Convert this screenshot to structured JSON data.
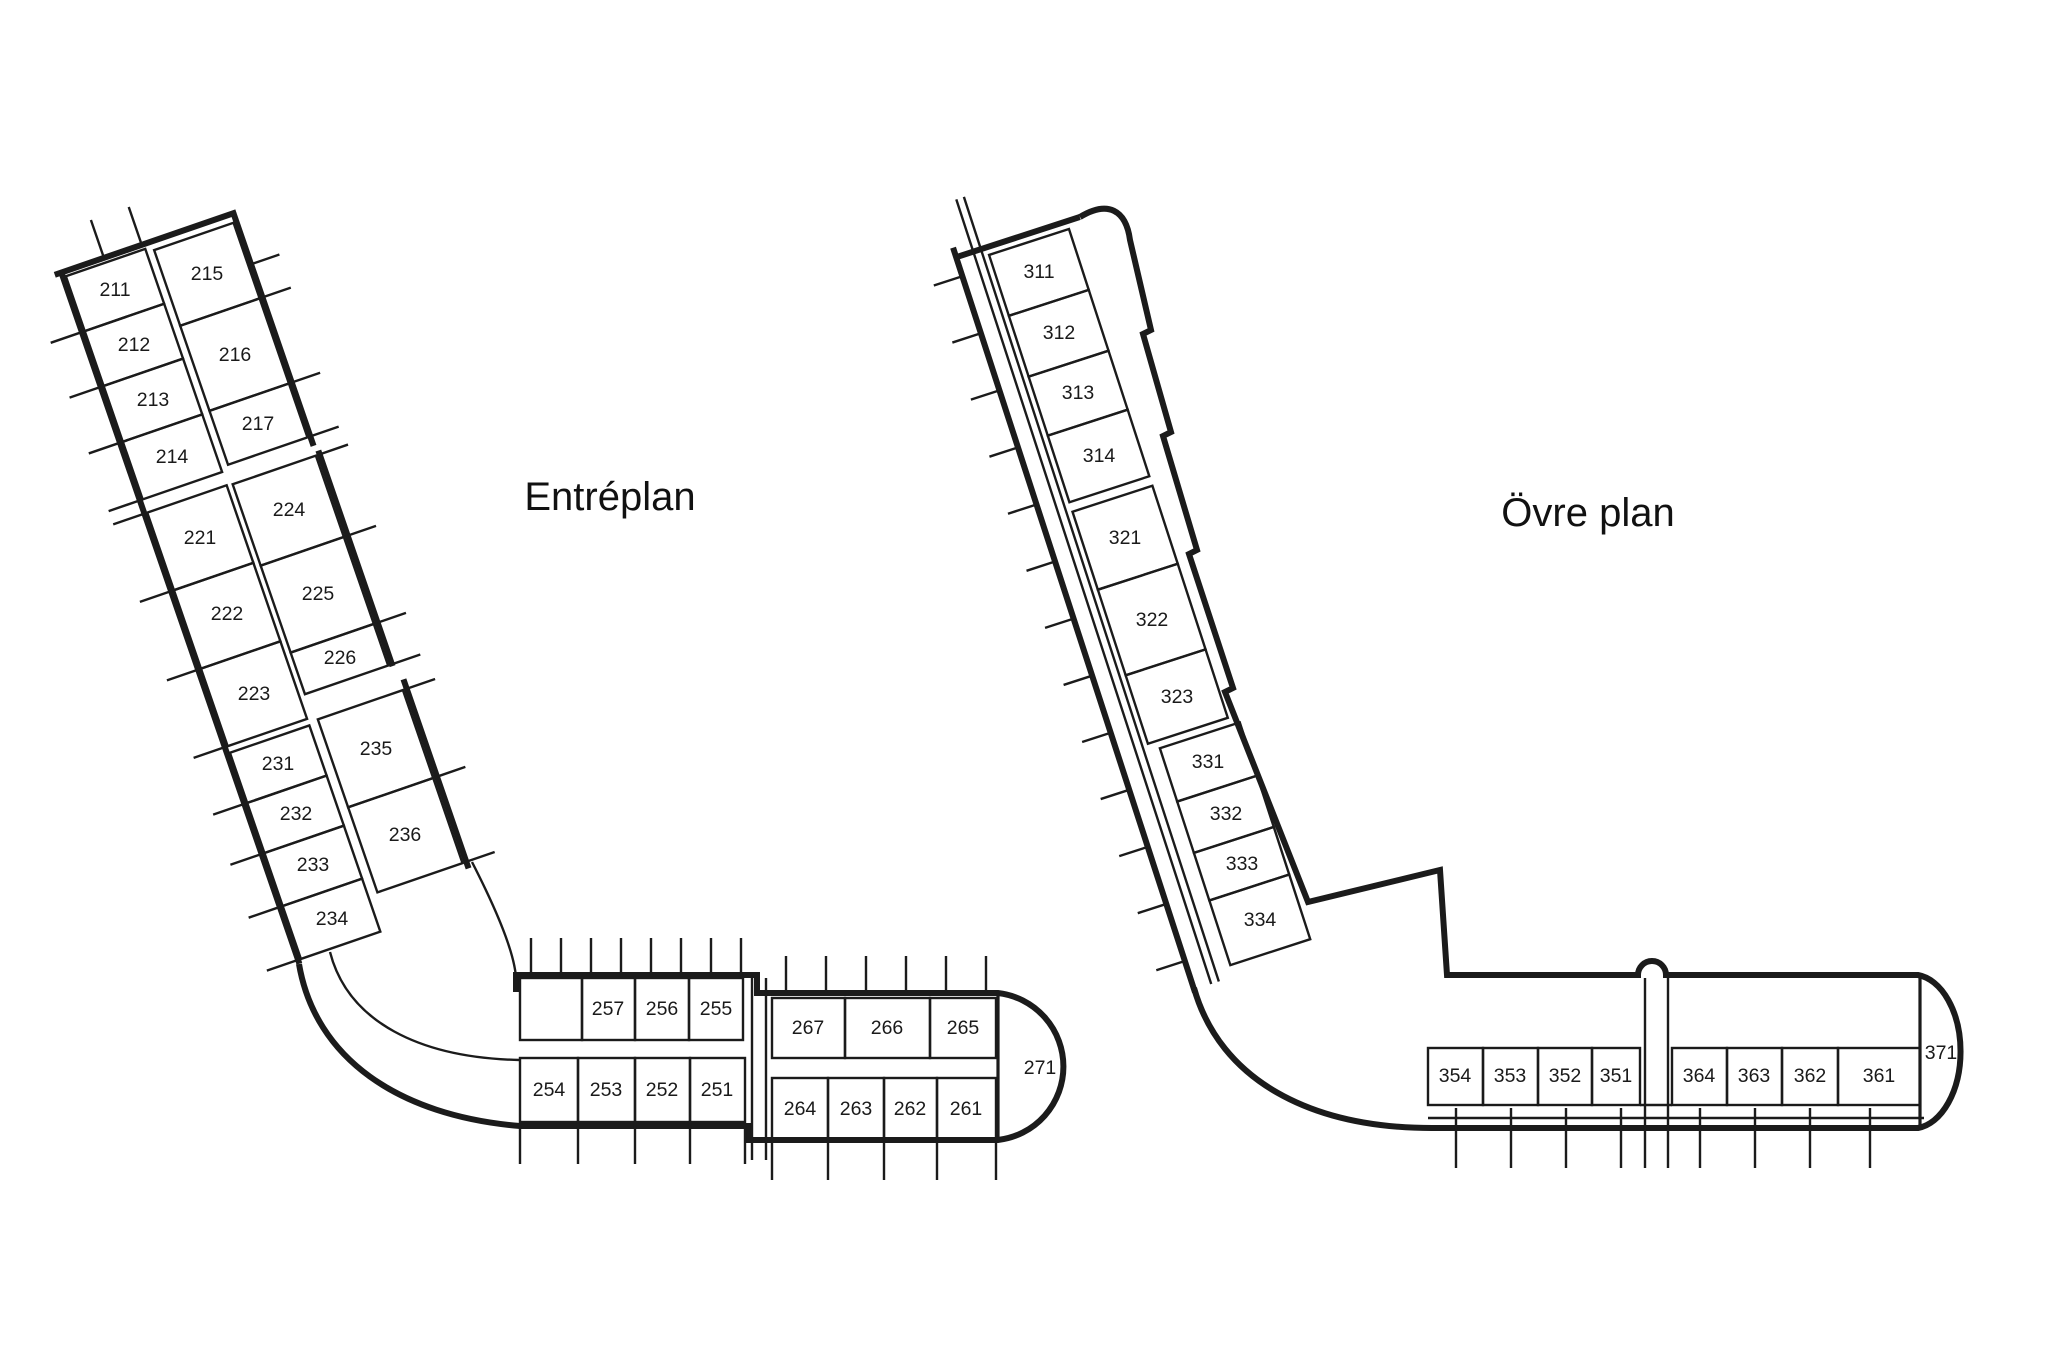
{
  "palette": {
    "background": "#ffffff",
    "line": "#1b1b1b",
    "text": "#1a1a1a"
  },
  "floors": {
    "entreplan": {
      "title": "Entréplan",
      "rooms": {
        "r211": "211",
        "r212": "212",
        "r213": "213",
        "r214": "214",
        "r215": "215",
        "r216": "216",
        "r217": "217",
        "r221": "221",
        "r222": "222",
        "r223": "223",
        "r224": "224",
        "r225": "225",
        "r226": "226",
        "r231": "231",
        "r232": "232",
        "r233": "233",
        "r234": "234",
        "r235": "235",
        "r236": "236",
        "r251": "251",
        "r252": "252",
        "r253": "253",
        "r254": "254",
        "r255": "255",
        "r256": "256",
        "r257": "257",
        "r261": "261",
        "r262": "262",
        "r263": "263",
        "r264": "264",
        "r265": "265",
        "r266": "266",
        "r267": "267",
        "r271": "271"
      }
    },
    "ovre": {
      "title": "Övre plan",
      "rooms": {
        "r311": "311",
        "r312": "312",
        "r313": "313",
        "r314": "314",
        "r321": "321",
        "r322": "322",
        "r323": "323",
        "r331": "331",
        "r332": "332",
        "r333": "333",
        "r334": "334",
        "r351": "351",
        "r352": "352",
        "r353": "353",
        "r354": "354",
        "r361": "361",
        "r362": "362",
        "r363": "363",
        "r364": "364",
        "r371": "371"
      }
    }
  }
}
